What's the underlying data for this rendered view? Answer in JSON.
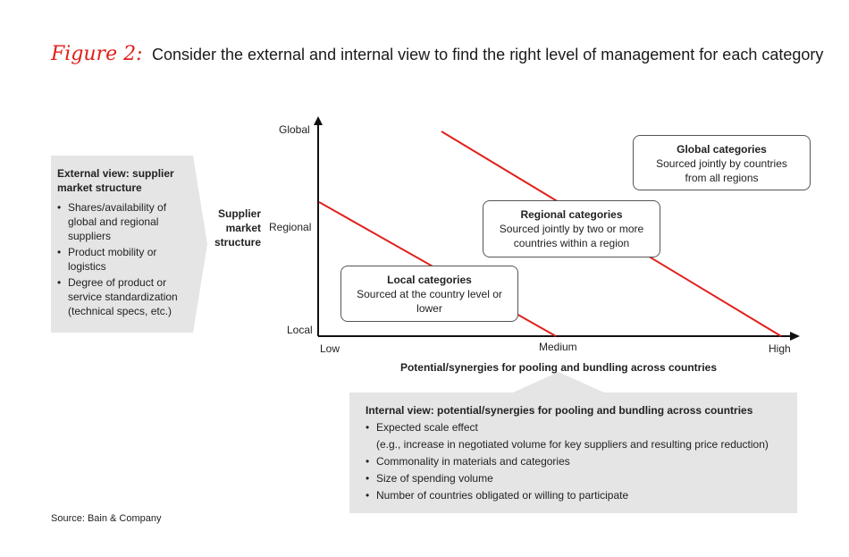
{
  "figure": {
    "label": "Figure 2:",
    "title": "Consider the external and internal view to find the right level of management for each category"
  },
  "external_view": {
    "heading": "External view: supplier market structure",
    "bullets": [
      "Shares/availability of global and regional suppliers",
      "Product mobility or logistics",
      "Degree of product or service standardization (technical specs, etc.)"
    ]
  },
  "y_axis": {
    "label": "Supplier market structure",
    "ticks": [
      "Global",
      "Regional",
      "Local"
    ]
  },
  "x_axis": {
    "label": "Potential/synergies for pooling and bundling across countries",
    "ticks": [
      "Low",
      "Medium",
      "High"
    ]
  },
  "categories": [
    {
      "title": "Global categories",
      "text": "Sourced jointly by countries from all regions"
    },
    {
      "title": "Regional categories",
      "text": "Sourced jointly by two or more countries within a region"
    },
    {
      "title": "Local categories",
      "text": "Sourced at the country level or lower"
    }
  ],
  "internal_view": {
    "heading": "Internal view: potential/synergies for pooling and bundling across countries",
    "bullets": [
      "Expected scale effect",
      "Commonality in materials and categories",
      "Size of spending volume",
      "Number of countries obligated or willing to participate"
    ],
    "scale_note": "(e.g., increase in negotiated volume for key suppliers and resulting price reduction)"
  },
  "source": "Source: Bain & Company",
  "colors": {
    "accent": "#e0201b",
    "panel": "#e5e5e5",
    "axis": "#111111"
  }
}
